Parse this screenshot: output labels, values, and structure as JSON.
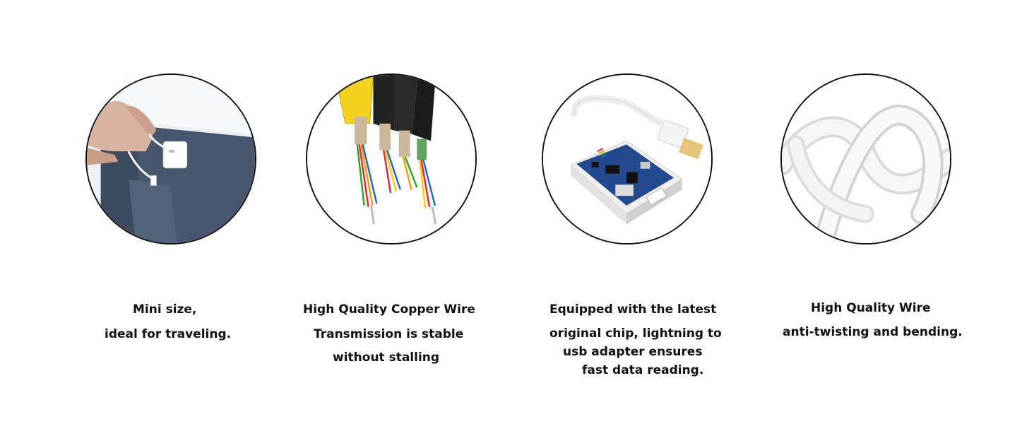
{
  "features": [
    {
      "image": "hand-holding-adapter-near-pocket",
      "lines": [
        "Mini size,",
        "ideal for traveling."
      ]
    },
    {
      "image": "stripped-copper-wire-cables",
      "lines": [
        "High Quality  Copper Wire",
        "Transmission is stable",
        "without  stalling"
      ]
    },
    {
      "image": "adapter-circuit-board-with-lightning-plug",
      "lines": [
        "Equipped with the latest",
        "original chip,  lightning to",
        "usb adapter ensures",
        "fast data reading."
      ]
    },
    {
      "image": "white-coiled-cable",
      "lines": [
        "High Quality Wire",
        "anti-twisting and bending."
      ]
    }
  ]
}
